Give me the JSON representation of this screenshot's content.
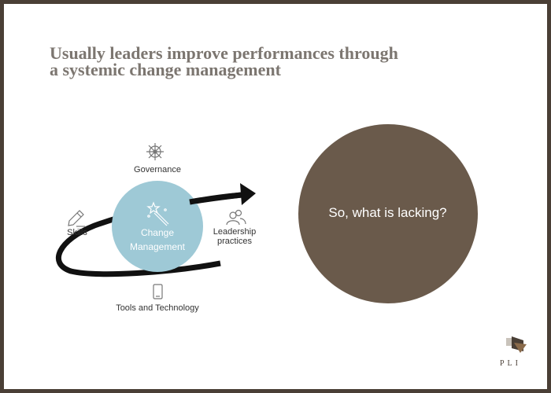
{
  "slide": {
    "title_line1": "Usually leaders improve performances through",
    "title_line2": "a systemic change management",
    "colors": {
      "border": "#4a3f36",
      "title": "#7c7670",
      "center_circle": "#9ec9d6",
      "big_circle": "#6a5a4b",
      "arrow": "#111111"
    }
  },
  "diagram": {
    "center_line1": "Change",
    "center_line2": "Management",
    "top_label": "Governance",
    "left_label": "Skills",
    "right_label_line1": "Leadership",
    "right_label_line2": "practices",
    "bottom_label": "Tools and Technology",
    "icons": {
      "top": "ship-wheel-icon",
      "left": "pencil-icon",
      "right": "people-icon",
      "bottom": "tablet-icon",
      "center": "magic-wand-icon"
    }
  },
  "callout": {
    "text": "So, what is lacking?"
  },
  "logo": {
    "text": "PLI"
  }
}
